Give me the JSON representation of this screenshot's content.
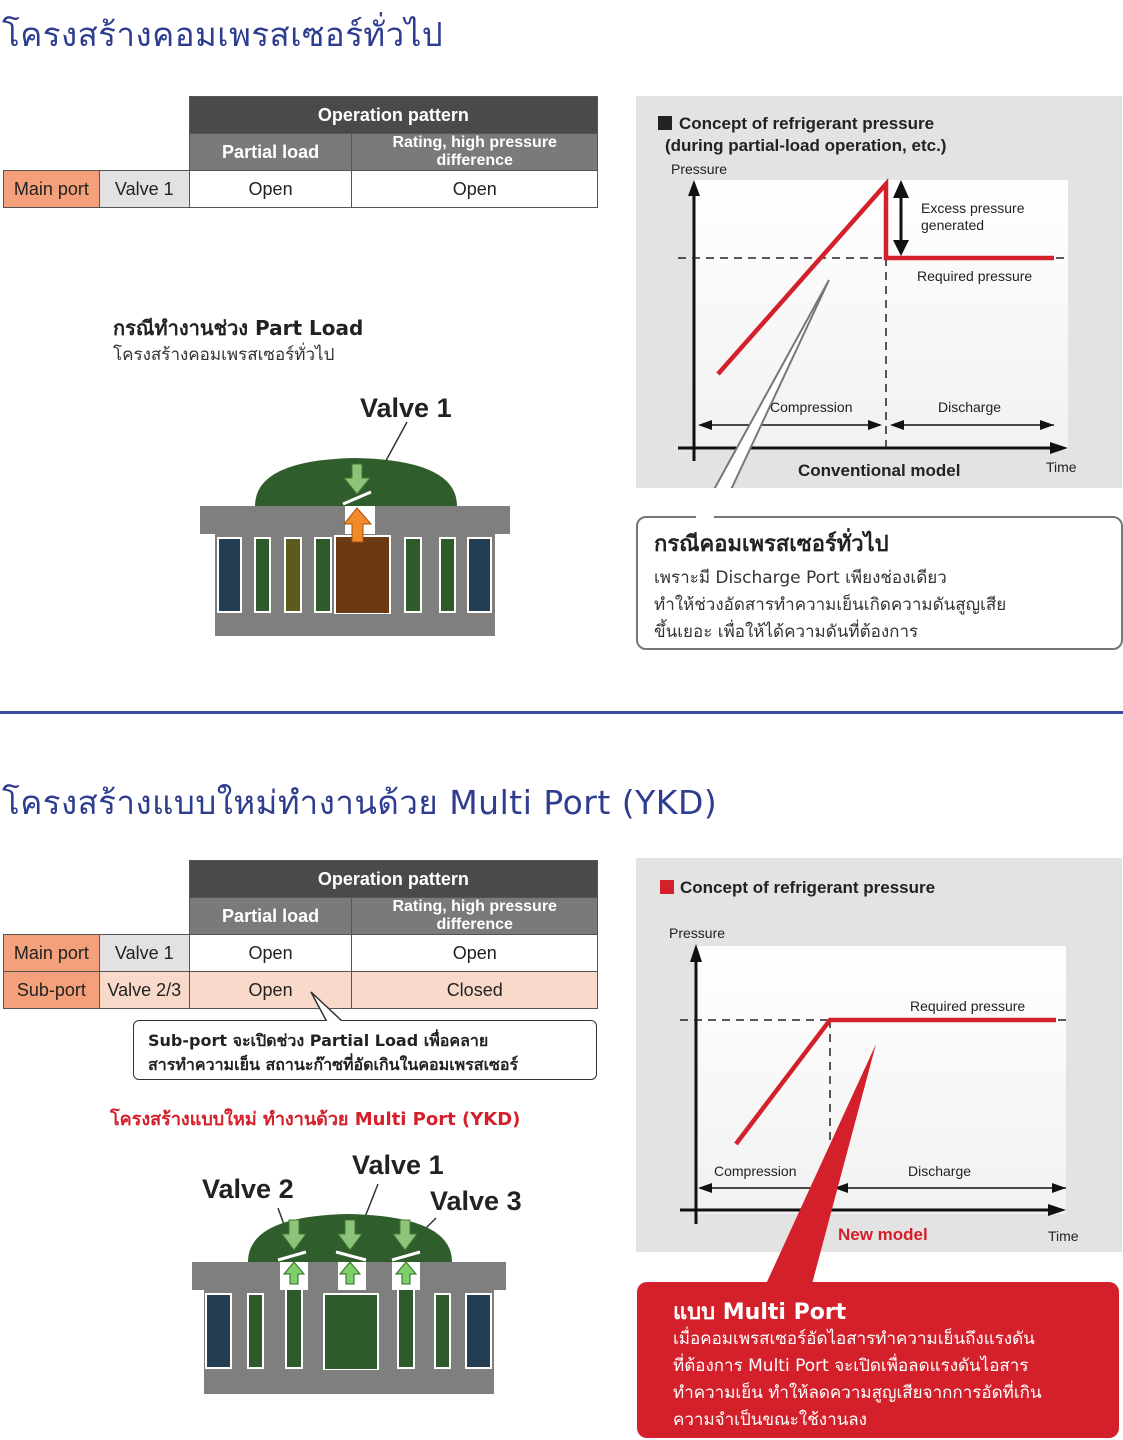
{
  "section1": {
    "title": "โครงสร้างคอมเพรสเซอร์ทั่วไป",
    "table": {
      "header_top": "Operation pattern",
      "header_cols": [
        "Partial load",
        "Rating, high pressure difference"
      ],
      "rows": [
        {
          "port": "Main port",
          "valve": "Valve 1",
          "partial": "Open",
          "rating": "Open"
        }
      ]
    },
    "caption_bold": "กรณีทำงานช่วง Part Load",
    "caption_sub": "โครงสร้างคอมเพรสเซอร์ทั่วไป",
    "valve_label": "Valve 1",
    "chart": {
      "title_line1": "Concept of refrigerant pressure",
      "title_line2": "(during partial-load operation, etc.)",
      "ylabel": "Pressure",
      "xlabel": "Time",
      "excess_label_1": "Excess pressure",
      "excess_label_2": "generated",
      "required_label": "Required pressure",
      "phase1": "Compression",
      "phase2": "Discharge",
      "model_label": "Conventional model",
      "square_color": "#222222"
    },
    "callout": {
      "title": "กรณีคอมเพรสเซอร์ทั่วไป",
      "lines": [
        "เพราะมี Discharge Port เพียงช่องเดียว",
        "ทำให้ช่วงอัดสารทำความเย็นเกิดความดันสูญเสีย",
        "ขึ้นเยอะ เพื่อให้ได้ความดันที่ต้องการ"
      ]
    }
  },
  "section2": {
    "title": "โครงสร้างแบบใหม่ทำงานด้วย Multi Port (YKD)",
    "table": {
      "header_top": "Operation pattern",
      "header_cols": [
        "Partial load",
        "Rating, high pressure difference"
      ],
      "rows": [
        {
          "port": "Main port",
          "valve": "Valve 1",
          "partial": "Open",
          "rating": "Open"
        },
        {
          "port": "Sub-port",
          "valve": "Valve 2/3",
          "partial": "Open",
          "rating": "Closed"
        }
      ]
    },
    "note_lines": [
      "Sub-port จะเปิดช่วง Partial Load เพื่อคลาย",
      "สารทำความเย็น สถานะก๊าซที่อัดเกินในคอมเพรสเซอร์"
    ],
    "caption_red": "โครงสร้างแบบใหม่ ทำงานด้วย Multi Port (YKD)",
    "valve_labels": [
      "Valve 2",
      "Valve 1",
      "Valve 3"
    ],
    "chart": {
      "title": "Concept of refrigerant pressure",
      "ylabel": "Pressure",
      "xlabel": "Time",
      "required_label": "Required pressure",
      "phase1": "Compression",
      "phase2": "Discharge",
      "model_label": "New model",
      "square_color": "#d3202a"
    },
    "callout": {
      "title": "แบบ Multi Port",
      "lines": [
        "เมื่อคอมเพรสเซอร์อัดไอสารทำความเย็นถึงแรงดัน",
        "ที่ต้องการ Multi Port จะเปิดเพื่อลดแรงดันไอสาร",
        "ทำความเย็น ทำให้ลดความสูญเสียจากการอัดที่เกิน",
        "ความจำเป็นขณะใช้งานลง"
      ]
    }
  },
  "colors": {
    "title_blue": "#2e3d8f",
    "accent_red": "#d3202a",
    "port_orange": "#f4a07a",
    "dome_green": "#2f5e2c"
  }
}
